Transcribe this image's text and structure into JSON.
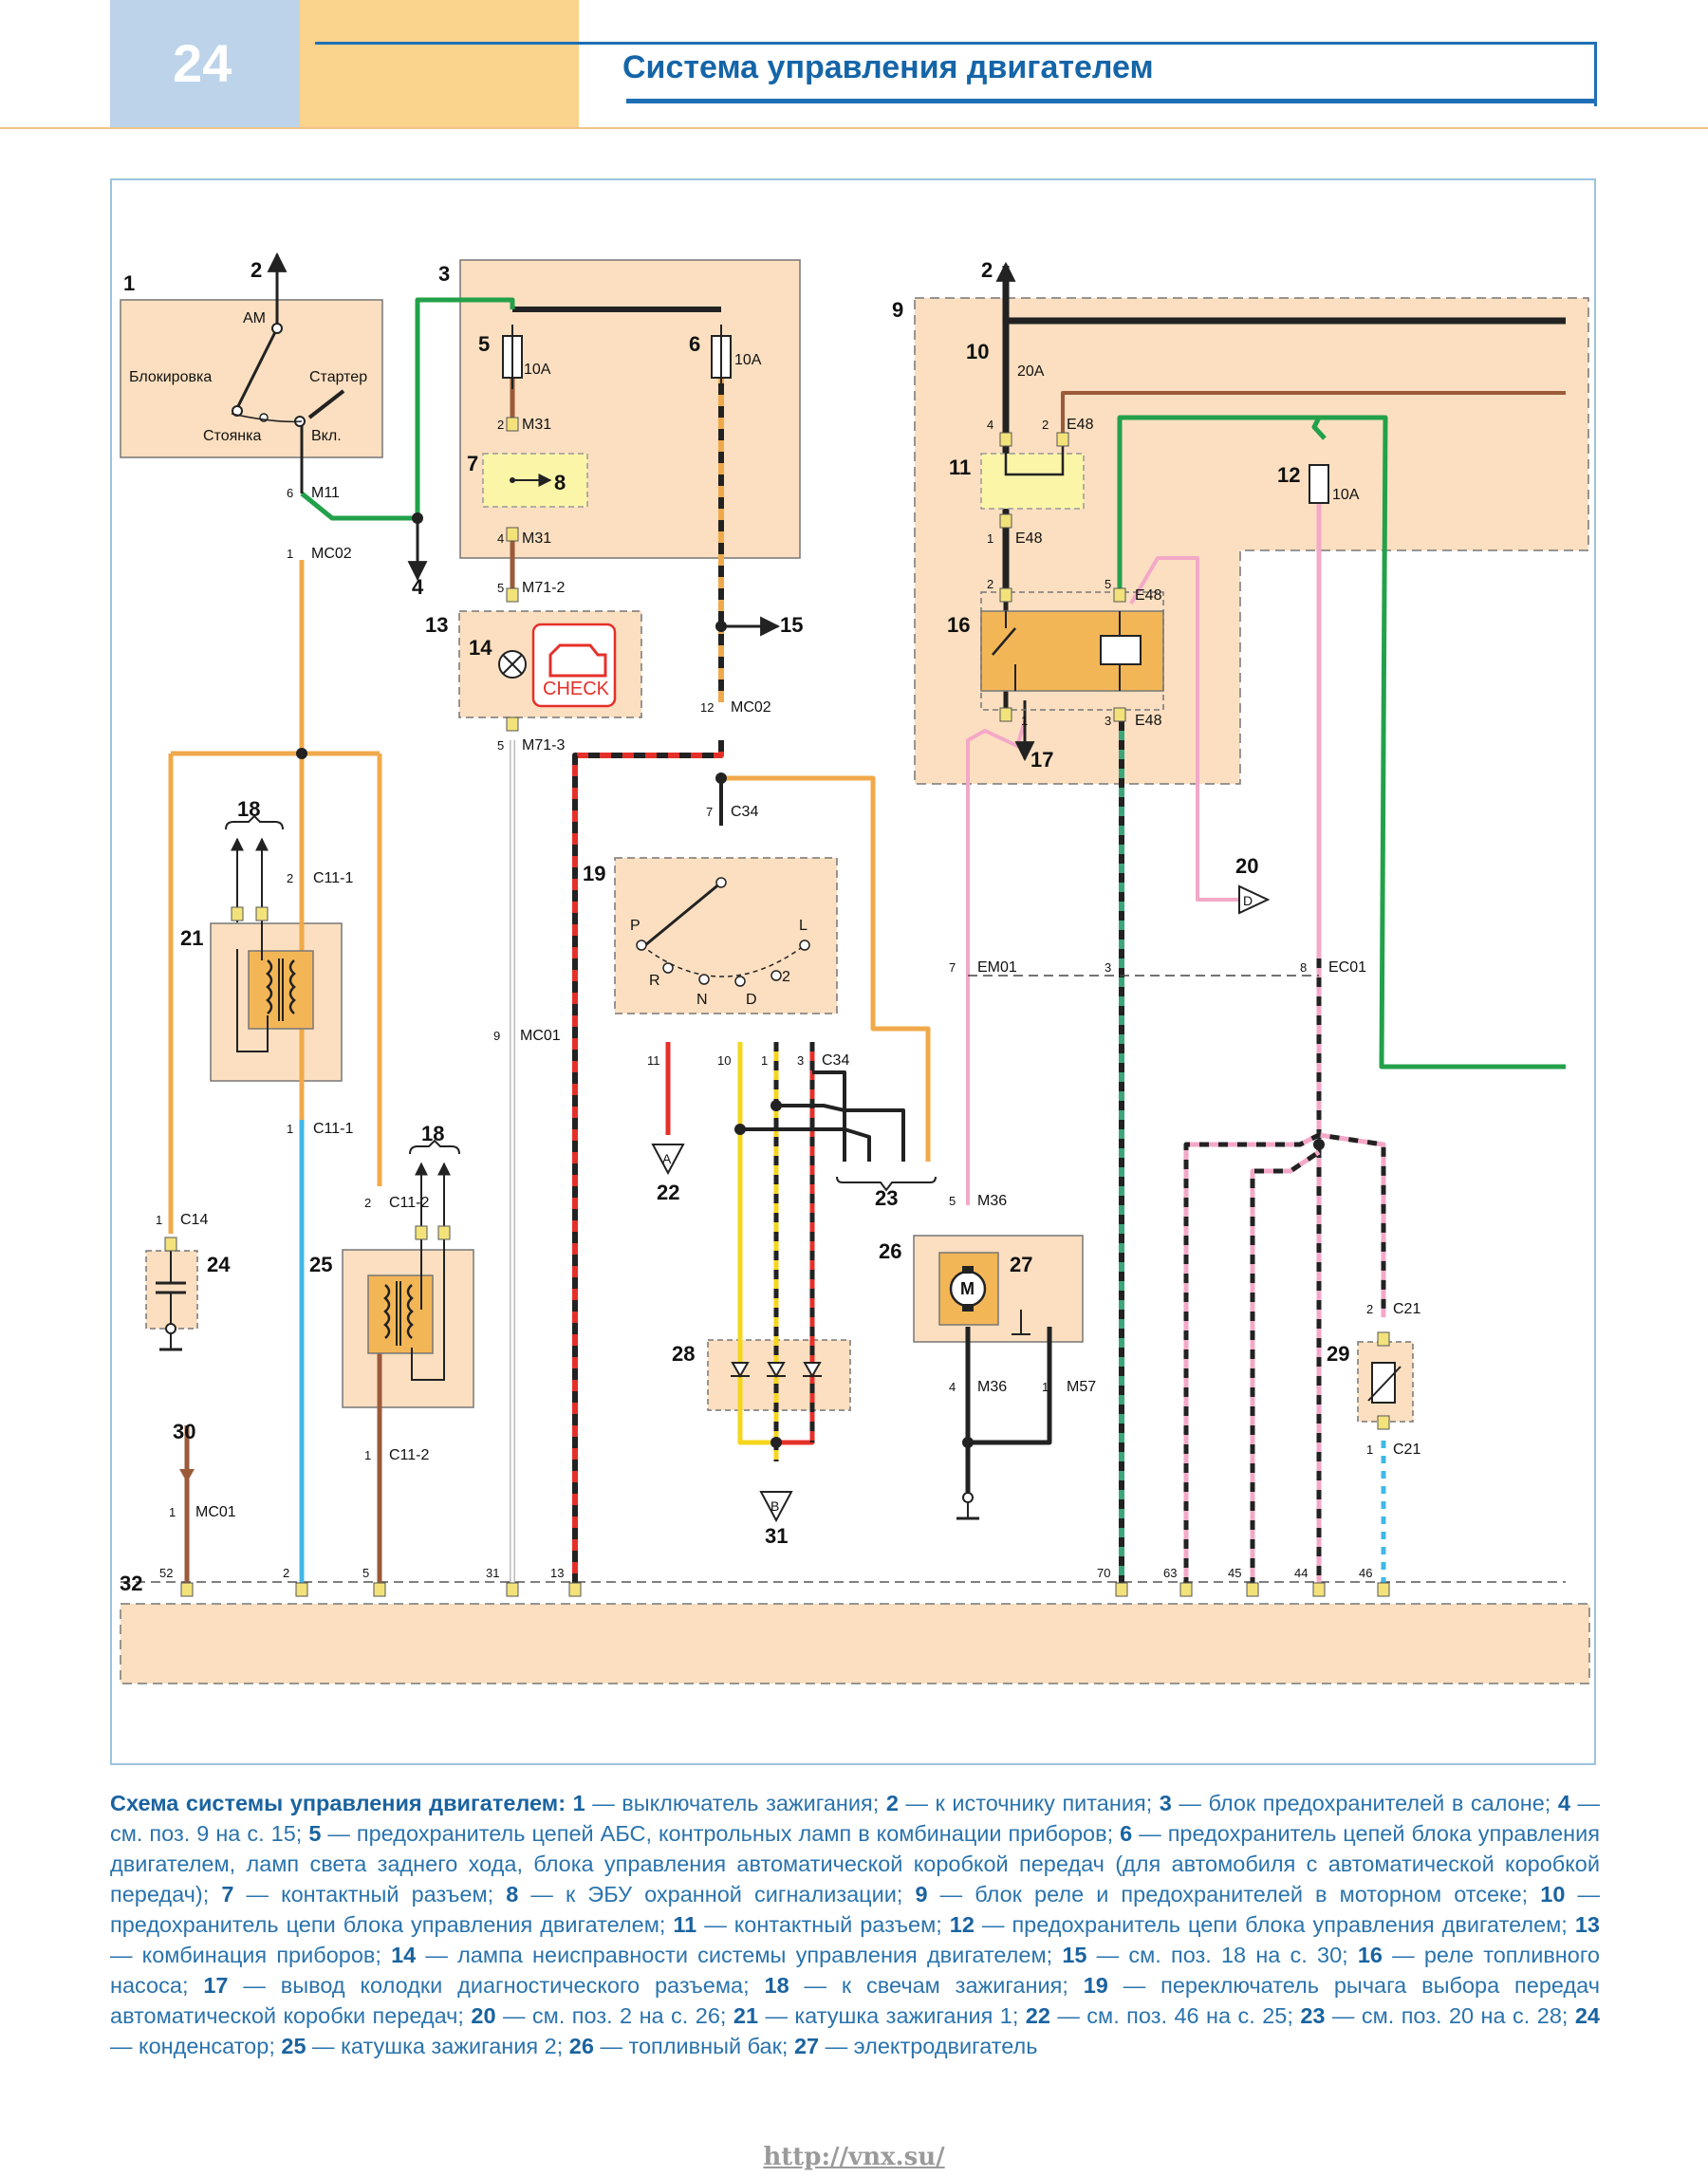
{
  "header": {
    "page_number": "24",
    "title": "Система управления двигателем"
  },
  "diagram": {
    "numbers": {
      "n1": "1",
      "n2a": "2",
      "n2b": "2",
      "n3": "3",
      "n4": "4",
      "n5": "5",
      "n6": "6",
      "n7": "7",
      "n8": "8",
      "n9": "9",
      "n10": "10",
      "n11": "11",
      "n12": "12",
      "n13": "13",
      "n14": "14",
      "n15": "15",
      "n16": "16",
      "n17": "17",
      "n18a": "18",
      "n18b": "18",
      "n19": "19",
      "n20": "20",
      "n21": "21",
      "n22": "22",
      "n23": "23",
      "n24": "24",
      "n25": "25",
      "n26": "26",
      "n27": "27",
      "n28": "28",
      "n29": "29",
      "n30": "30",
      "n31a": "31",
      "n32": "32"
    },
    "switch_labels": {
      "am": "AM",
      "block": "Блокировка",
      "starter": "Стартер",
      "parking": "Стоянка",
      "on": "Вкл."
    },
    "fuse_ratings": {
      "f5": "10A",
      "f6": "10A",
      "f10": "20A",
      "f12": "10A"
    },
    "check_lamp_text": "CHECK",
    "selector_letters": {
      "p": "P",
      "r": "R",
      "n": "N",
      "d": "D",
      "two": "2",
      "l": "L"
    },
    "motor_letter": "M",
    "ground_letters": {
      "a": "A",
      "b": "B",
      "d": "D"
    },
    "connectors": {
      "m11": "M11",
      "mc02a": "MC02",
      "m31a": "M31",
      "m31b": "M31",
      "m71_2": "M71-2",
      "m71_3": "M71-3",
      "mc02b": "MC02",
      "c34a": "C34",
      "c34b": "C34",
      "c11_1a": "C11-1",
      "c11_1b": "C11-1",
      "c11_2a": "C11-2",
      "c11_2b": "C11-2",
      "c14": "C14",
      "mc01a": "MC01",
      "mc01b": "MC01",
      "e48a": "E48",
      "e48b": "E48",
      "e48c": "E48",
      "e48d": "E48",
      "em01": "EM01",
      "ec01": "EC01",
      "m36a": "M36",
      "m36b": "M36",
      "m57": "M57",
      "c21a": "C21",
      "c21b": "C21"
    },
    "pins": {
      "p6": "6",
      "p1a": "1",
      "p2a": "2",
      "p4a": "4",
      "p5a": "5",
      "p5b": "5",
      "p12": "12",
      "p7a": "7",
      "p2b": "2",
      "p1b": "1",
      "p2c": "2",
      "p1c": "1",
      "p1d": "1",
      "p9": "9",
      "p1e": "1",
      "p11": "11",
      "p10": "10",
      "p1f": "1",
      "p3a": "3",
      "p4b": "4",
      "p2d": "2",
      "p1g": "1",
      "p2e": "2",
      "p5c": "5",
      "p1h": "1",
      "p3b": "3",
      "p7b": "7",
      "p3c": "3",
      "p8": "8",
      "p5d": "5",
      "p4c": "4",
      "p1i": "1",
      "p2f": "2",
      "p1j": "1",
      "b52": "52",
      "b2": "2",
      "b5": "5",
      "b31": "31",
      "b13": "13",
      "b70": "70",
      "b63": "63",
      "b45": "45",
      "b44": "44",
      "b46": "46"
    }
  },
  "caption": {
    "title": "Схема системы управления двигателем:",
    "items": [
      {
        "num": "1",
        "text": " — выключатель зажигания; "
      },
      {
        "num": "2",
        "text": " — к источнику питания; "
      },
      {
        "num": "3",
        "text": " — блок предохранителей в салоне; "
      },
      {
        "num": "4",
        "text": " — см. поз. 9 на с. 15; "
      },
      {
        "num": "5",
        "text": " — предохранитель цепей АБС, контрольных ламп в комбинации приборов; "
      },
      {
        "num": "6",
        "text": " — предохранитель цепей блока управления двигателем, ламп света заднего хода, блока управления автоматической коробкой передач (для автомобиля с автоматической коробкой передач); "
      },
      {
        "num": "7",
        "text": " — контактный разъем; "
      },
      {
        "num": "8",
        "text": " — к ЭБУ охранной сигнализации; "
      },
      {
        "num": "9",
        "text": " — блок реле и предохранителей в моторном отсеке; "
      },
      {
        "num": "10",
        "text": " — предохранитель цепи блока управления двигателем; "
      },
      {
        "num": "11",
        "text": " — контактный разъем; "
      },
      {
        "num": "12",
        "text": " — предохранитель цепи блока управления двигателем; "
      },
      {
        "num": "13",
        "text": " — комбинация приборов; "
      },
      {
        "num": "14",
        "text": " — лампа неисправности системы управления двигателем; "
      },
      {
        "num": "15",
        "text": " — см. поз. 18 на с. 30; "
      },
      {
        "num": "16",
        "text": " — реле топливного насоса; "
      },
      {
        "num": "17",
        "text": " — вывод колодки диагностического разъема; "
      },
      {
        "num": "18",
        "text": " — к свечам зажигания; "
      },
      {
        "num": "19",
        "text": " — переключатель рычага выбора передач автоматической коробки передач; "
      },
      {
        "num": "20",
        "text": " — см. поз. 2 на с. 26; "
      },
      {
        "num": "21",
        "text": " — катушка зажигания 1; "
      },
      {
        "num": "22",
        "text": " — см. поз. 46 на с. 25; "
      },
      {
        "num": "23",
        "text": " — см. поз. 20 на с. 28; "
      },
      {
        "num": "24",
        "text": " — конденсатор; "
      },
      {
        "num": "25",
        "text": " — катушка зажигания 2; "
      },
      {
        "num": "26",
        "text": " — топливный бак; "
      },
      {
        "num": "27",
        "text": " — электродвигатель"
      }
    ]
  },
  "footer": {
    "url": "http://vnx.su/"
  }
}
